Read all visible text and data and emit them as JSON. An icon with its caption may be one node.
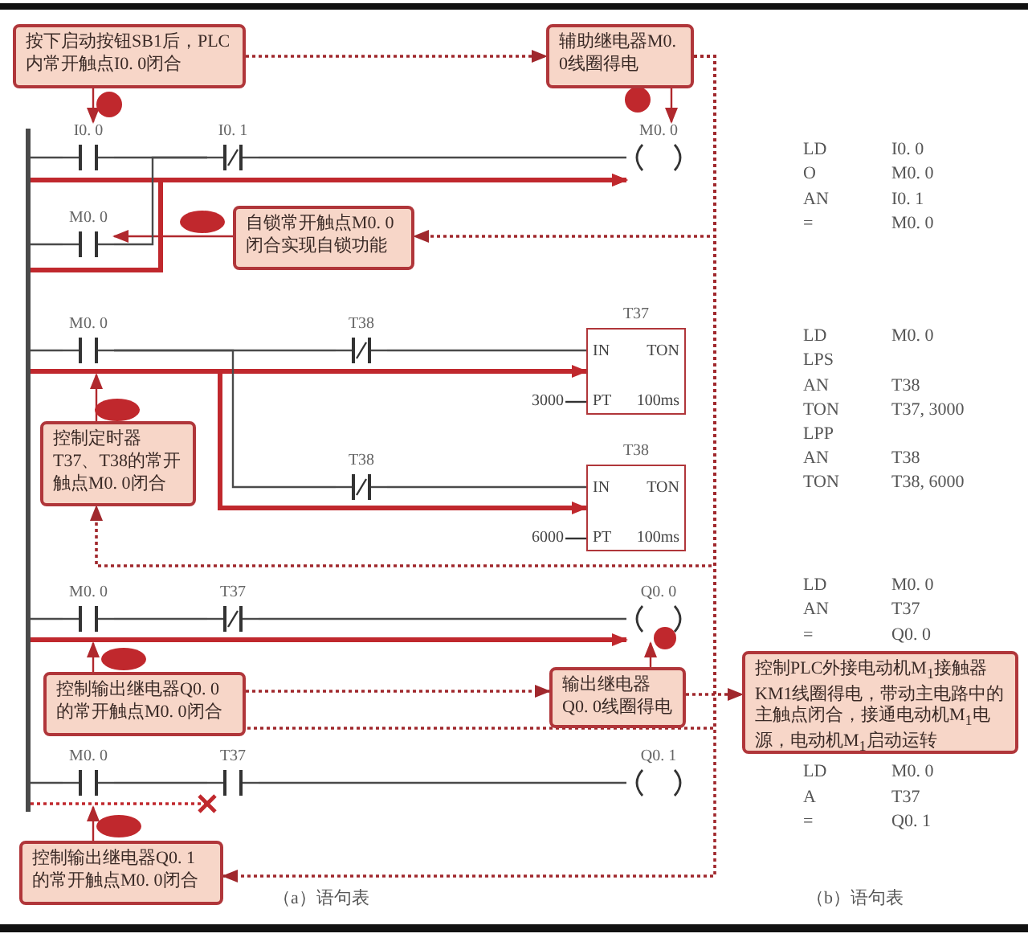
{
  "diagram": {
    "nodes": [
      {
        "text": [
          "按下启动按钮SB1后，PLC内常开触点I0. 0闭合"
        ]
      },
      {
        "text": [
          "辅助继电器M0. 0线圈得电"
        ]
      },
      {
        "text": [
          "自锁常开触点M0. 0闭合实现自锁功能"
        ]
      },
      {
        "text": [
          "控制定时器T37、T38的常开触点M0. 0闭合"
        ]
      },
      {
        "text": [
          "控制输出继电器Q0. 0的常开触点M0. 0闭合"
        ]
      },
      {
        "text": [
          "输出继电器Q0. 0线圈得电"
        ]
      },
      {
        "text": [
          "控制PLC外接电动机M$_{1}$接触器KM1线圈得电，带动主电路中的主触点闭合，接通电动机M$_{1}$电源，电动机M$_{1}$启动运转"
        ]
      },
      {
        "text": [
          "控制输出继电器Q0. 1的常开触点M0. 0闭合"
        ]
      },
      {
        "text": [
          "I0. 0"
        ]
      },
      {
        "text": [
          "I0. 1"
        ]
      },
      {
        "text": [
          "M0. 0"
        ]
      },
      {
        "text": [
          "M0. 0"
        ]
      },
      {
        "text": [
          "M0. 0"
        ]
      },
      {
        "text": [
          "T38"
        ]
      },
      {
        "text": [
          "T37",
          "IN",
          "TON",
          "PT",
          "100ms"
        ],
        "beside": [
          "3000"
        ]
      },
      {
        "text": [
          "T38"
        ]
      },
      {
        "text": [
          "T38",
          "IN",
          "TON",
          "PT",
          "100ms"
        ],
        "beside": [
          "6000"
        ]
      },
      {
        "text": [
          "M0. 0"
        ]
      },
      {
        "text": [
          "T37"
        ]
      },
      {
        "text": [
          "Q0. 0"
        ]
      },
      {
        "text": [
          "M0. 0"
        ]
      },
      {
        "text": [
          "T37"
        ]
      },
      {
        "text": [
          "Q0. 1"
        ]
      },
      {
        "text": [],
        "shape": "bar"
      }
    ],
    "edges": [
      {
        "from": 0,
        "to": 8,
        "arrow": "to",
        "color": "#b0282d"
      },
      {
        "from": 0,
        "to": 1,
        "arrow": "to",
        "style": "dashed",
        "color": "#a0282d"
      },
      {
        "from": 1,
        "to": 10,
        "arrow": "to",
        "color": "#b0282d"
      },
      {
        "from": 1,
        "to": 2,
        "arrow": "to",
        "style": "dashed",
        "color": "#a0282d"
      },
      {
        "from": 1,
        "to": 3,
        "arrow": "to",
        "style": "dashed",
        "color": "#a0282d"
      },
      {
        "from": 1,
        "to": 4,
        "arrow": "none",
        "style": "dashed",
        "color": "#a0282d"
      },
      {
        "from": 1,
        "to": 7,
        "arrow": "to",
        "style": "dashed",
        "color": "#a0282d"
      },
      {
        "from": 4,
        "to": 5,
        "arrow": "to",
        "style": "dashed",
        "color": "#a0282d"
      },
      {
        "from": 5,
        "to": 19,
        "arrow": "to",
        "color": "#b0282d"
      },
      {
        "from": 5,
        "to": 6,
        "arrow": "to",
        "style": "dashed",
        "color": "#a0282d"
      },
      {
        "from": 2,
        "to": 11,
        "arrow": "to",
        "color": "#b0282d"
      },
      {
        "from": 3,
        "to": 12,
        "arrow": "to",
        "color": "#b0282d"
      },
      {
        "from": 4,
        "to": 17,
        "arrow": "to",
        "color": "#b0282d"
      },
      {
        "from": 7,
        "to": 20,
        "arrow": "to",
        "color": "#b0282d"
      },
      {
        "from": 23,
        "to": 10,
        "arrow": "to",
        "style": "thick",
        "color": "#c0282d"
      },
      {
        "from": 23,
        "to": 14,
        "arrow": "to",
        "style": "thick",
        "color": "#c0282d"
      },
      {
        "from": null,
        "to": 16,
        "arrow": "to",
        "style": "thick",
        "color": "#c0282d"
      },
      {
        "from": 23,
        "to": 19,
        "arrow": "to",
        "style": "thick",
        "color": "#c0282d"
      },
      {
        "from": 23,
        "to": 21,
        "arrow": "none",
        "style": "dashed",
        "color": "#c0282d"
      },
      {
        "from": 23,
        "to": 10,
        "arrow": "to",
        "style": "thick",
        "color": "#c0282d"
      },
      {
        "from": 23,
        "to": 8,
        "arrow": "none"
      },
      {
        "from": 8,
        "to": 9,
        "arrow": "none"
      },
      {
        "from": 9,
        "to": 10,
        "arrow": "none"
      },
      {
        "from": 23,
        "to": 11,
        "arrow": "none"
      },
      {
        "from": 11,
        "to": 9,
        "arrow": "none"
      },
      {
        "from": 23,
        "to": 12,
        "arrow": "none"
      },
      {
        "from": 12,
        "to": 13,
        "arrow": "none"
      },
      {
        "from": 13,
        "to": 14,
        "arrow": "none"
      },
      {
        "from": 12,
        "to": 15,
        "arrow": "none"
      },
      {
        "from": 15,
        "to": 16,
        "arrow": "none"
      },
      {
        "from": 23,
        "to": 17,
        "arrow": "none"
      },
      {
        "from": 17,
        "to": 18,
        "arrow": "none"
      },
      {
        "from": 18,
        "to": 19,
        "arrow": "none"
      },
      {
        "from": 23,
        "to": 20,
        "arrow": "none"
      },
      {
        "from": 20,
        "to": 21,
        "arrow": "none"
      },
      {
        "from": 21,
        "to": 22,
        "arrow": "none"
      }
    ],
    "labels": [
      "LD",
      "I0. 0",
      "O",
      "M0. 0",
      "AN",
      "I0. 1",
      "=",
      "M0. 0",
      "LD",
      "M0. 0",
      "LPS",
      "AN",
      "T38",
      "TON",
      "T37, 3000",
      "LPP",
      "AN",
      "T38",
      "TON",
      "T38, 6000",
      "LD",
      "M0. 0",
      "AN",
      "T37",
      "=",
      "Q0. 0",
      "LD",
      "M0. 0",
      "A",
      "T37",
      "=",
      "Q0. 1",
      "（a）语句表",
      "（b）语句表"
    ]
  }
}
